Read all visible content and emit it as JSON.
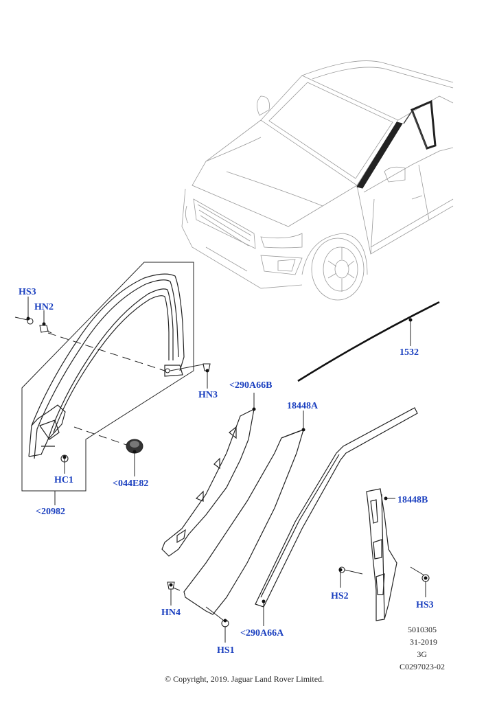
{
  "callouts": {
    "hs3_left": "HS3",
    "hn2": "HN2",
    "hn3": "HN3",
    "hc1": "HC1",
    "p044e82": "<044E82",
    "p20982": "<20982",
    "p290a66b": "<290A66B",
    "p18448a": "18448A",
    "p1532": "1532",
    "p18448b": "18448B",
    "hn4": "HN4",
    "hs1": "HS1",
    "p290a66a": "<290A66A",
    "hs2": "HS2",
    "hs3_right": "HS3"
  },
  "meta": {
    "line1": "5010305",
    "line2": "31-2019",
    "line3": "3G",
    "line4": "C0297023-02"
  },
  "copyright": "© Copyright, 2019. Jaguar Land Rover Limited.",
  "colors": {
    "callout": "#1a3fbf",
    "line": "#222222",
    "car": "#9a9a9a"
  }
}
